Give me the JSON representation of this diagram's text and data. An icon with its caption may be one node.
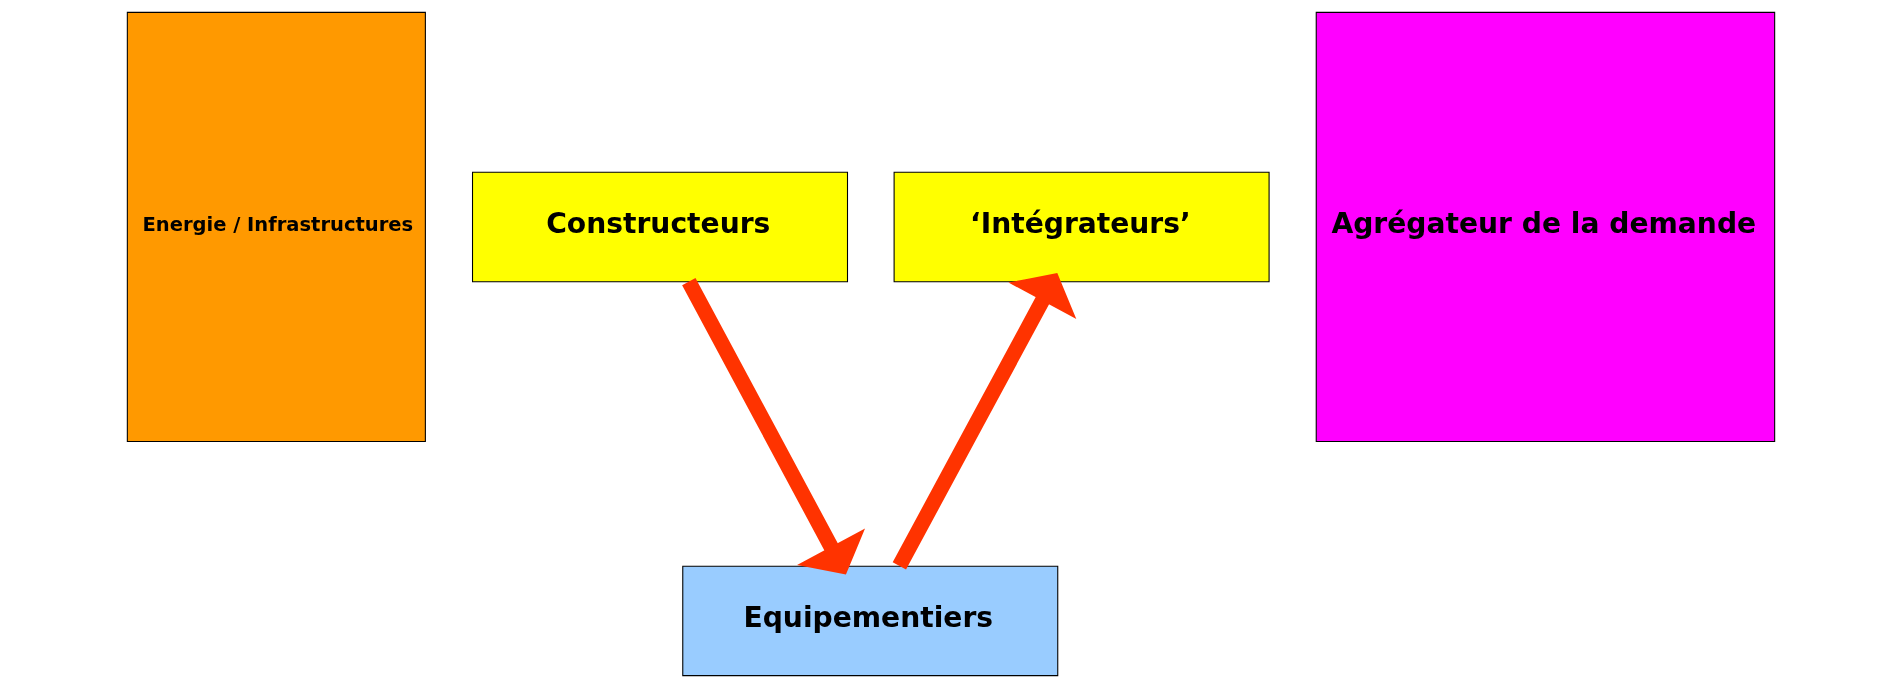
{
  "diagram": {
    "nodes": [
      {
        "text": [
          "Energie / Infrastructures"
        ]
      },
      {
        "text": [
          "Constructeurs"
        ]
      },
      {
        "text": [
          "‘Intégrateurs’"
        ]
      },
      {
        "text": [
          "Agrégateur de la demande"
        ]
      },
      {
        "text": [
          "Equipementiers"
        ]
      }
    ],
    "edges": [
      {
        "from": 1,
        "to": 4,
        "arrow": "to"
      },
      {
        "from": 4,
        "to": 2,
        "arrow": "to"
      }
    ]
  }
}
